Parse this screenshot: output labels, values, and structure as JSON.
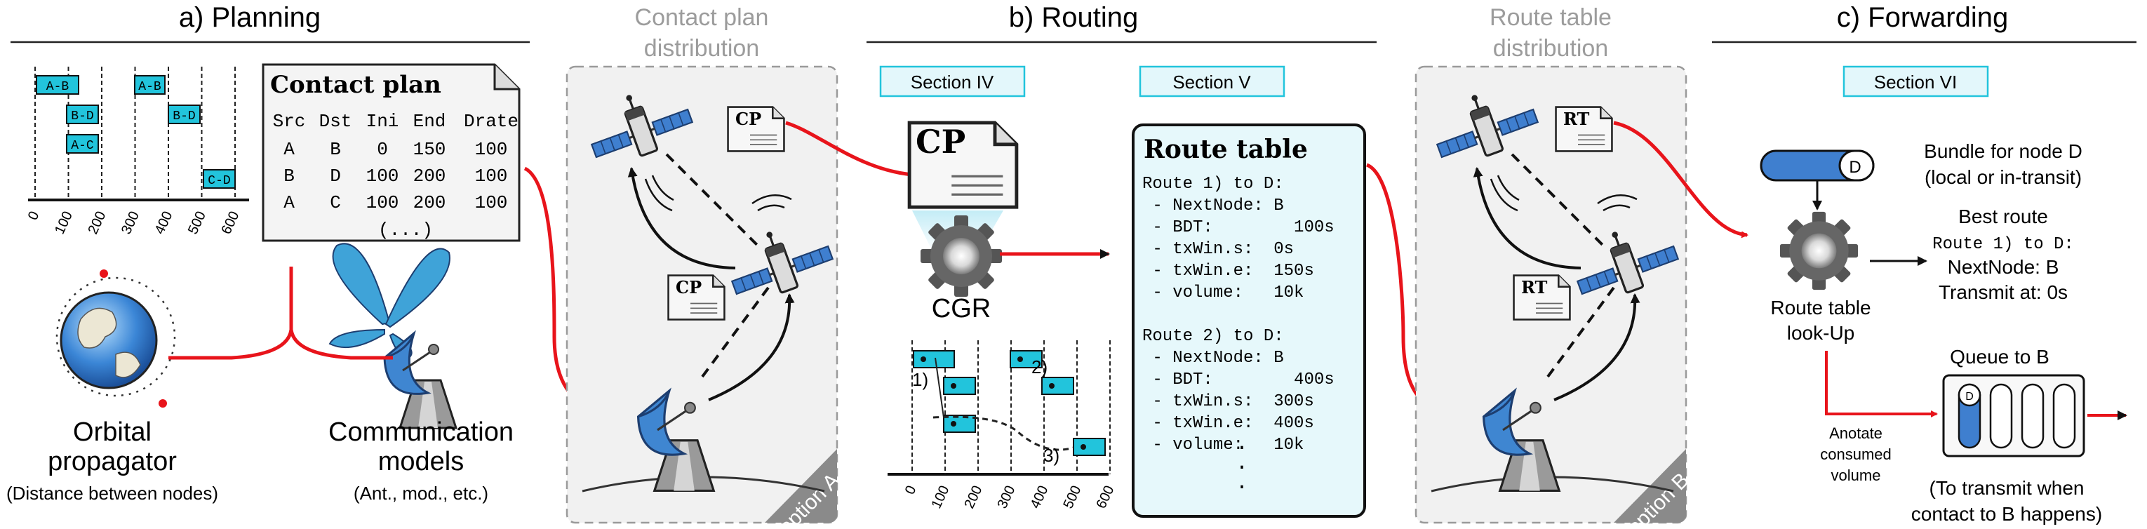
{
  "colors": {
    "accent_red": "#e8141b",
    "cyan": "#22c4dc",
    "cyan_light": "#e3f7fb",
    "route_bg": "#e6f8fb",
    "gray_panel": "#f1f1f1",
    "blue_dish": "#4a8fd0",
    "dark": "#222222"
  },
  "headers": {
    "planning": "a) Planning",
    "routing": "b) Routing",
    "forwarding": "c) Forwarding",
    "cp_distribution_line1": "Contact plan",
    "cp_distribution_line2": "distribution",
    "rt_distribution_line1": "Route table",
    "rt_distribution_line2": "distribution"
  },
  "sections": {
    "iv": "Section IV",
    "v": "Section V",
    "vi": "Section VI"
  },
  "planning": {
    "timeline": {
      "ticks": [
        "0",
        "100",
        "200",
        "300",
        "400",
        "500",
        "600"
      ],
      "bars": [
        "A-B",
        "B-D",
        "A-C",
        "A-B",
        "B-D",
        "C-D"
      ]
    },
    "contact_plan": {
      "title": "Contact plan",
      "header": [
        "Src",
        "Dst",
        "Ini",
        "End",
        "Drate"
      ],
      "rows": [
        [
          "A",
          "B",
          "0",
          "150",
          "100"
        ],
        [
          "B",
          "D",
          "100",
          "200",
          "100"
        ],
        [
          "A",
          "C",
          "100",
          "200",
          "100"
        ]
      ],
      "ellipsis": "(...)"
    },
    "orbital_line1": "Orbital",
    "orbital_line2": "propagator",
    "orbital_sub": "(Distance between nodes)",
    "comm_line1": "Communication",
    "comm_line2": "models",
    "comm_sub": "(Ant., mod., etc.)"
  },
  "distribution": {
    "doc_cp": "CP",
    "doc_rt": "RT",
    "option_a": "option A",
    "option_b": "option B"
  },
  "routing": {
    "cp_label": "CP",
    "cgr_label": "CGR",
    "timeline_ticks": [
      "0",
      "100",
      "200",
      "300",
      "400",
      "500",
      "600"
    ],
    "path_labels": [
      "1)",
      "2)",
      "3)"
    ],
    "route_table": {
      "title": "Route table",
      "lines": [
        "Route 1) to D:",
        " - NextNode: B",
        " - BDT:        100s",
        " - txWin.s:  0s",
        " - txWin.e:  150s",
        " - volume:   10k",
        "",
        "Route 2) to D:",
        " - NextNode: B",
        " - BDT:        400s",
        " - txWin.s:  300s",
        " - txWin.e:  400s",
        " - volume:   10k"
      ],
      "dots": "."
    }
  },
  "forwarding": {
    "bundle_label": "D",
    "bundle_for_line1": "Bundle for node D",
    "bundle_for_line2": "(local or in-transit)",
    "best_route": "Best route",
    "route_line": "Route 1) to D:",
    "next_node": "NextNode: B",
    "transmit_at": "Transmit at: 0s",
    "lookup_line1": "Route table",
    "lookup_line2": "look-Up",
    "queue_title": "Queue to B",
    "queue_item": "D",
    "annotate_line1": "Anotate",
    "annotate_line2": "consumed",
    "annotate_line3": "volume",
    "transmit_note_line1": "(To transmit when",
    "transmit_note_line2": "contact to B happens)"
  }
}
